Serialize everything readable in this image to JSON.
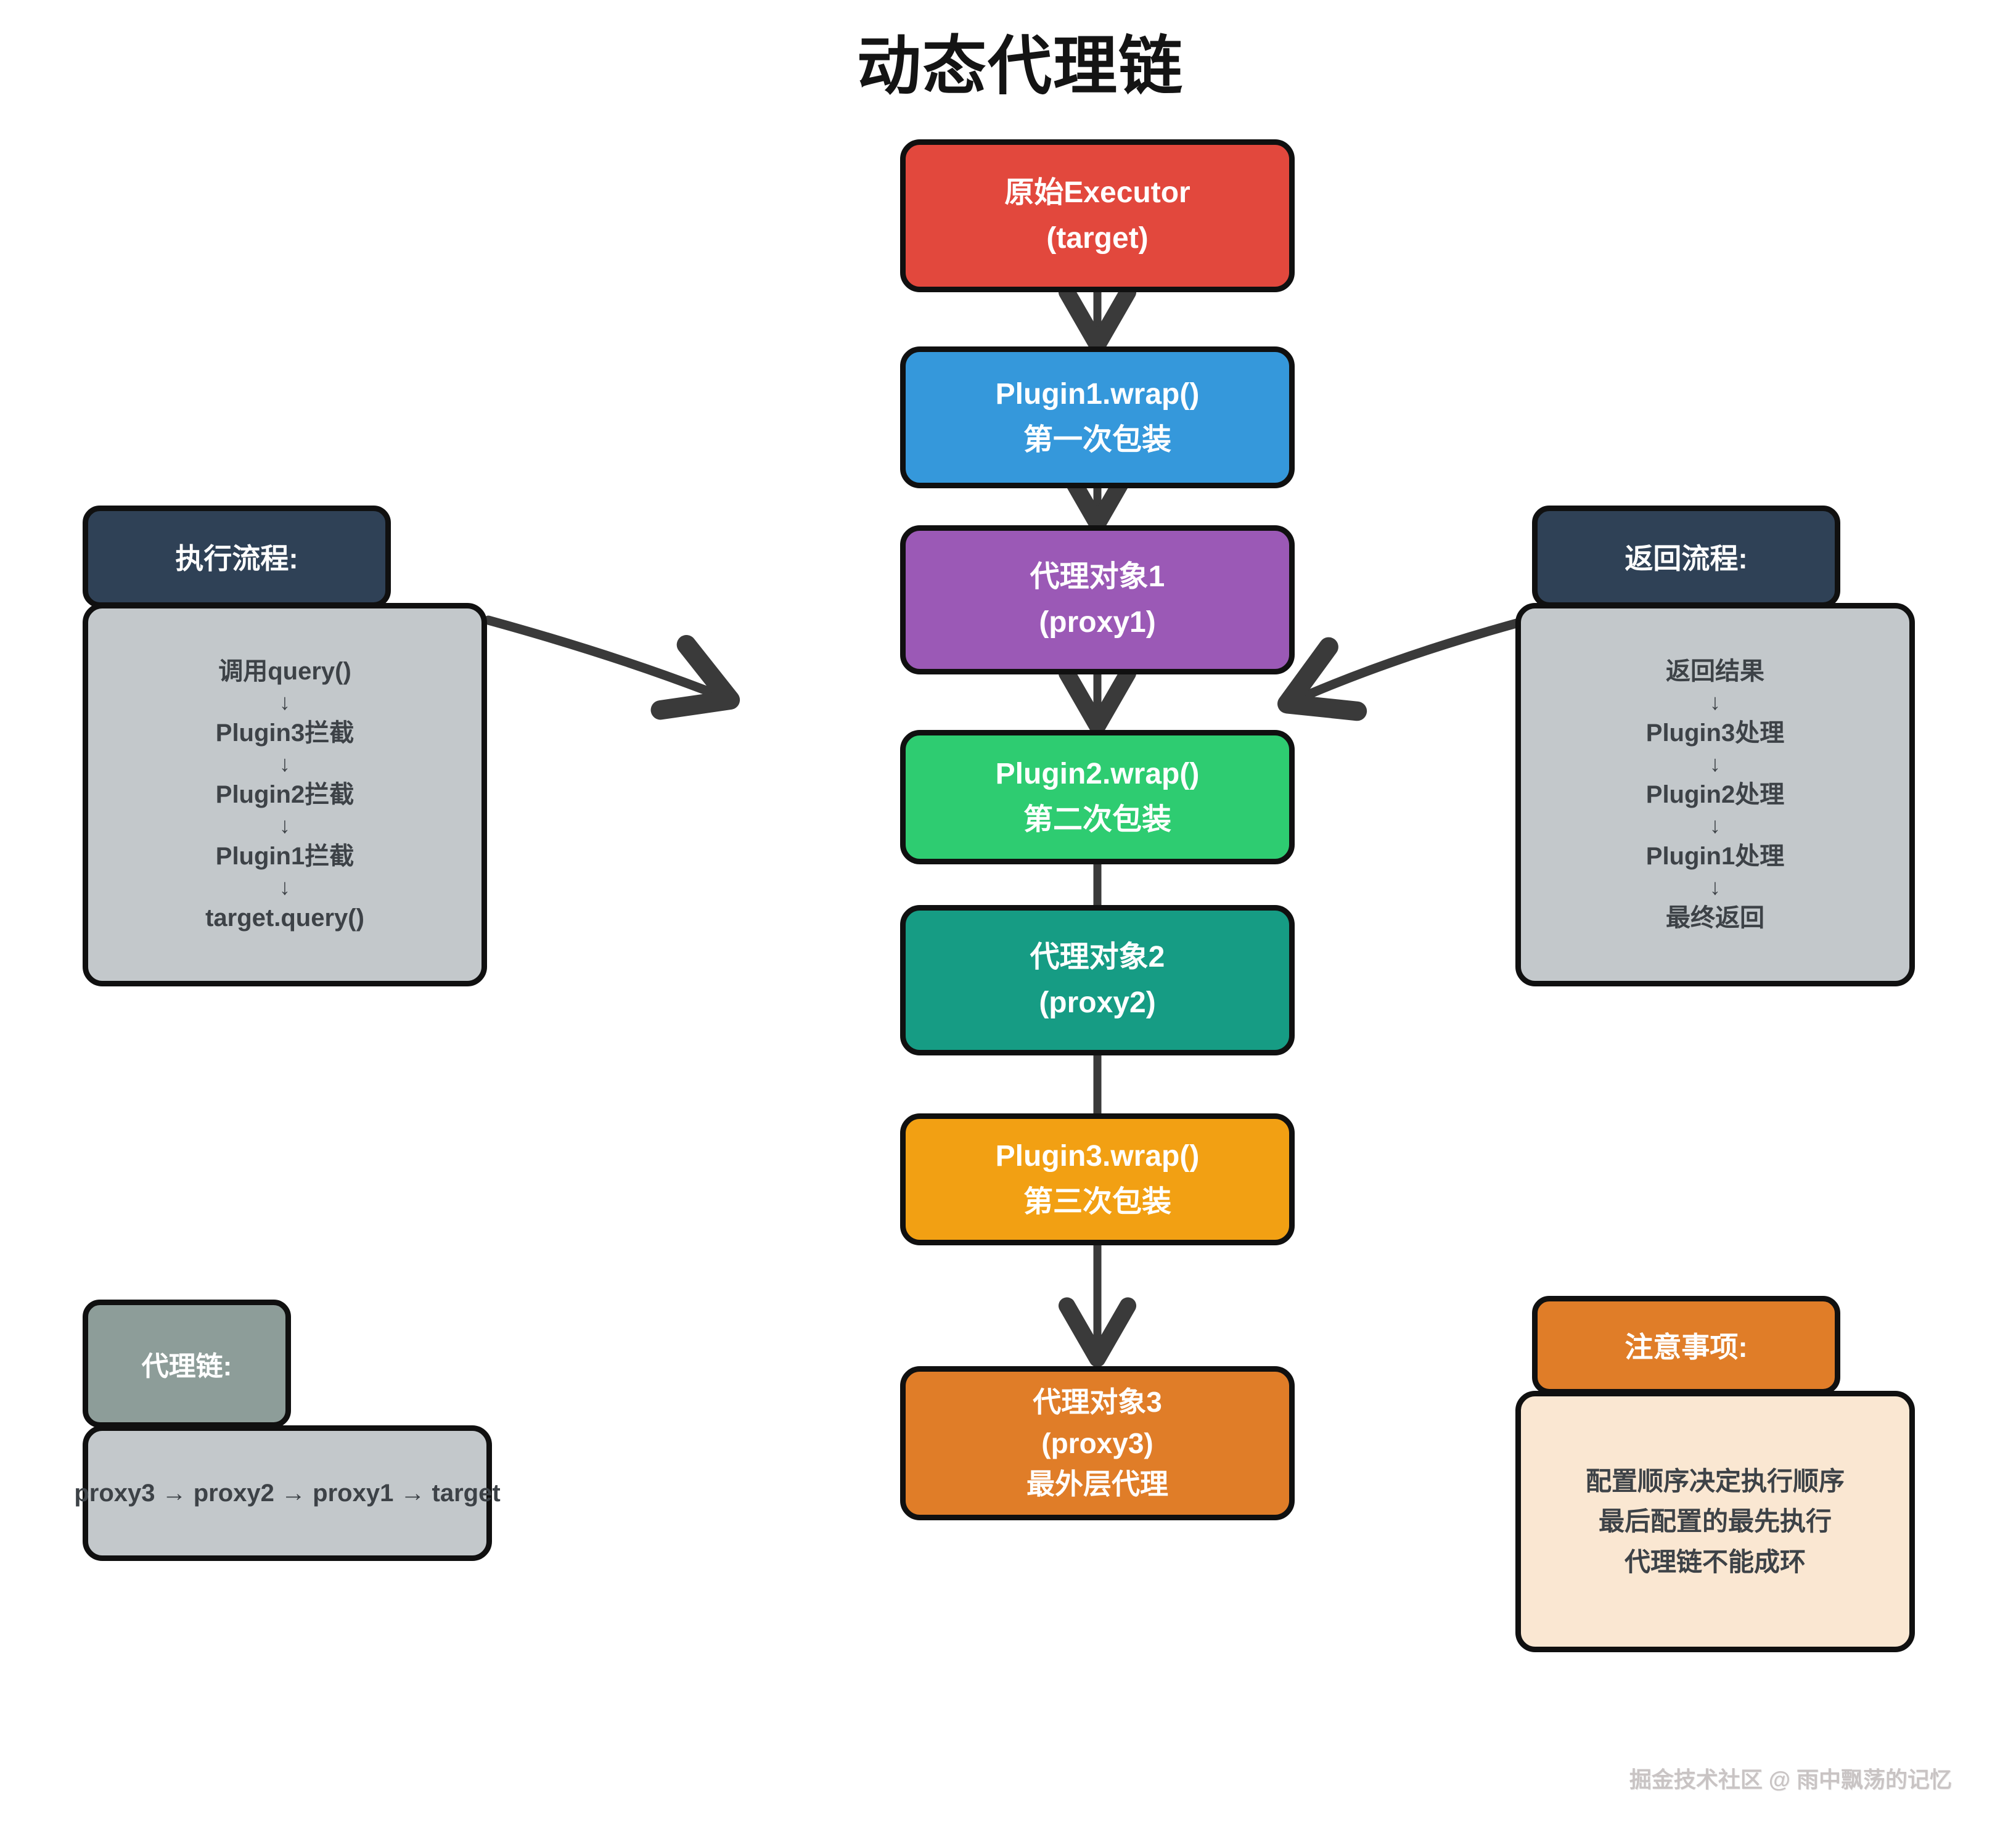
{
  "title": "动态代理链",
  "glyphs": {
    "down_arrow": "↓"
  },
  "colors": {
    "node_target": "#e2483d",
    "node_plugin1": "#3598db",
    "node_proxy1": "#9b59b6",
    "node_plugin2": "#2ecc71",
    "node_proxy2": "#169c84",
    "node_plugin3": "#f2a013",
    "node_proxy3": "#e07d28",
    "flow_header": "#2f4156",
    "flow_body": "#c3c8cb",
    "chain_header": "#8d9d99",
    "chain_body": "#c3c8cb",
    "notes_header": "#e07d28",
    "notes_body": "#fae7d2",
    "connector": "#3a3a3a"
  },
  "chain": [
    {
      "lines": [
        "原始Executor",
        "(target)"
      ]
    },
    {
      "lines": [
        "Plugin1.wrap()",
        "第一次包装"
      ]
    },
    {
      "lines": [
        "代理对象1",
        "(proxy1)"
      ]
    },
    {
      "lines": [
        "Plugin2.wrap()",
        "第二次包装"
      ]
    },
    {
      "lines": [
        "代理对象2",
        "(proxy2)"
      ]
    },
    {
      "lines": [
        "Plugin3.wrap()",
        "第三次包装"
      ]
    },
    {
      "lines": [
        "代理对象3",
        "(proxy3)",
        "最外层代理"
      ]
    }
  ],
  "exec_flow": {
    "header": "执行流程:",
    "steps": [
      "调用query()",
      "Plugin3拦截",
      "Plugin2拦截",
      "Plugin1拦截",
      "target.query()"
    ]
  },
  "return_flow": {
    "header": "返回流程:",
    "steps": [
      "返回结果",
      "Plugin3处理",
      "Plugin2处理",
      "Plugin1处理",
      "最终返回"
    ]
  },
  "proxy_chain": {
    "header": "代理链:",
    "text": "proxy3 → proxy2 → proxy1 → target"
  },
  "notes": {
    "header": "注意事项:",
    "lines": [
      "配置顺序决定执行顺序",
      "最后配置的最先执行",
      "代理链不能成环"
    ]
  },
  "watermark": "掘金技术社区 @ 雨中飘荡的记忆"
}
